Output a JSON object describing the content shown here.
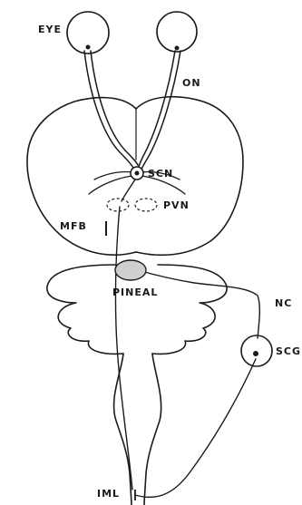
{
  "diagram": {
    "labels": {
      "eye": "EYE",
      "on": "ON",
      "scn": "SCN",
      "pvn": "PVN",
      "mfb": "MFB",
      "pineal": "PINEAL",
      "nc": "NC",
      "scg": "SCG",
      "iml": "IML"
    },
    "colors": {
      "ink": "#1a1a1a",
      "pineal_fill": "#cfcfcf",
      "background": "#ffffff"
    }
  }
}
